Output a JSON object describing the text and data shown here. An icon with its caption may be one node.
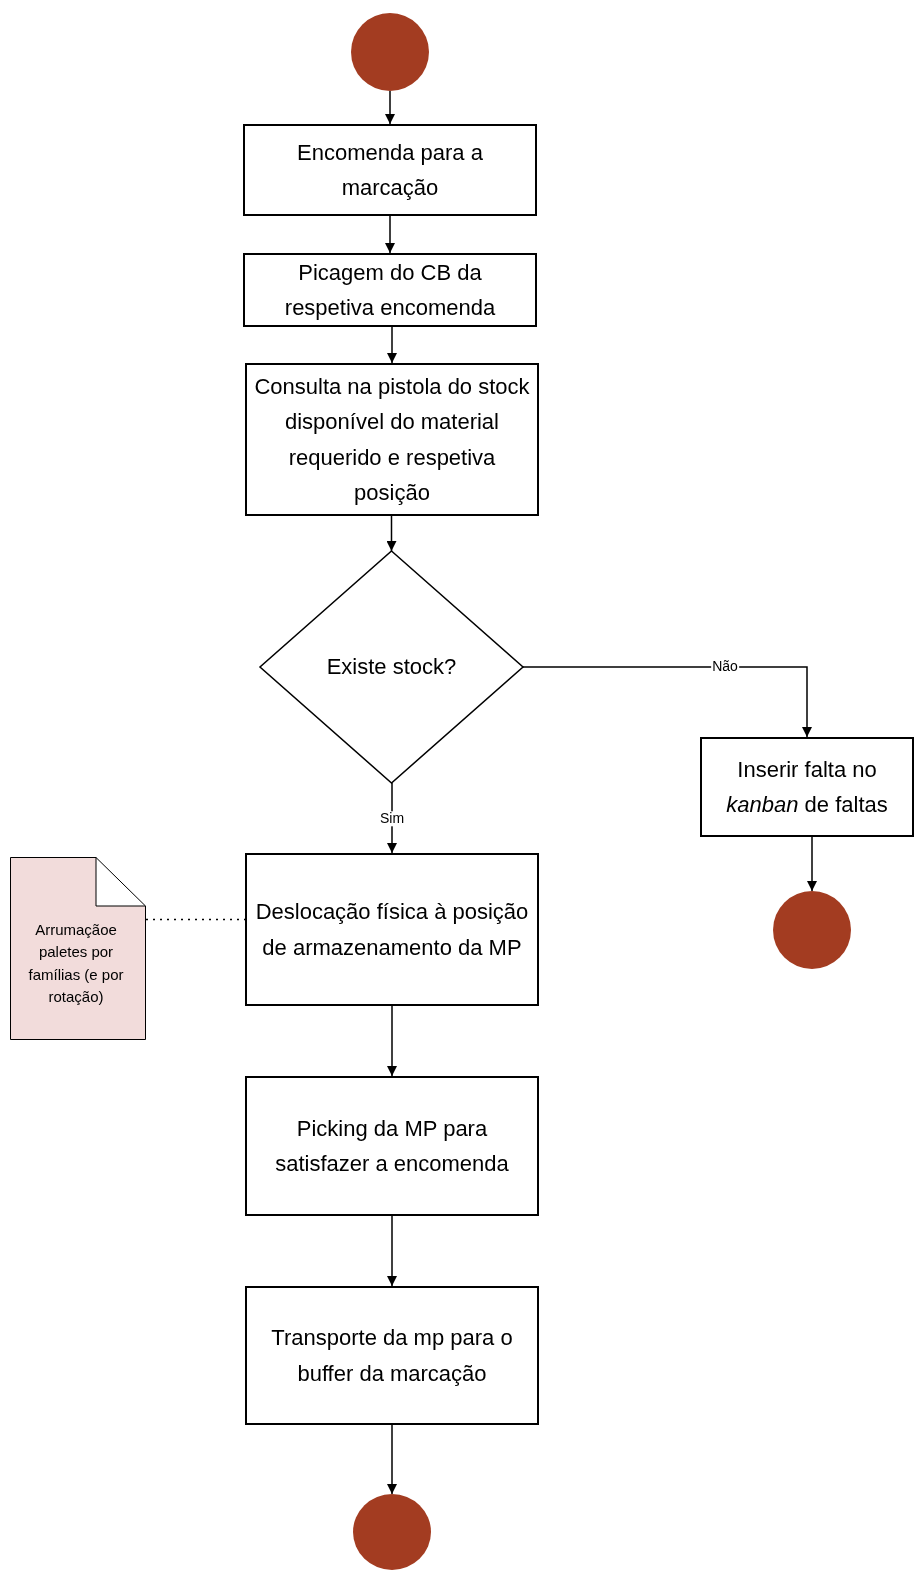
{
  "diagram": {
    "nodes": [
      {
        "text": [],
        "shape": "circle"
      },
      {
        "text": [
          "Encomenda para a marcação"
        ]
      },
      {
        "text": [
          "Picagem do CB da respetiva encomenda"
        ]
      },
      {
        "text": [
          "Consulta na pistola do stock disponível do material requerido e respetiva posição"
        ]
      },
      {
        "text": [
          "Existe stock?"
        ]
      },
      {
        "text": [
          "Inserir falta no *kanban* de faltas"
        ]
      },
      {
        "text": [],
        "shape": "circle"
      },
      {
        "text": [
          "Deslocação física à posição de armazenamento da MP"
        ]
      },
      {
        "text": [
          "Arrumaçãoe paletes por famílias (e por rotação)"
        ]
      },
      {
        "text": [
          "Picking da MP para satisfazer a encomenda"
        ]
      },
      {
        "text": [
          "Transporte da mp para o buffer da marcação"
        ]
      },
      {
        "text": [],
        "shape": "circle"
      }
    ],
    "edges": [
      {
        "from": 0,
        "to": 1,
        "arrow": "to"
      },
      {
        "from": 1,
        "to": 2,
        "arrow": "to"
      },
      {
        "from": 2,
        "to": 3,
        "arrow": "to"
      },
      {
        "from": 3,
        "to": 4,
        "arrow": "to"
      },
      {
        "from": 4,
        "to": 5,
        "arrow": "to",
        "label": "Não"
      },
      {
        "from": 4,
        "to": 7,
        "arrow": "to",
        "label": "Sim"
      },
      {
        "from": 5,
        "to": 6,
        "arrow": "to"
      },
      {
        "from": 8,
        "to": 7,
        "arrow": "none",
        "style": "dashed"
      },
      {
        "from": 7,
        "to": 9,
        "arrow": "to"
      },
      {
        "from": 9,
        "to": 10,
        "arrow": "to"
      },
      {
        "from": 10,
        "to": 11,
        "arrow": "to"
      }
    ]
  }
}
